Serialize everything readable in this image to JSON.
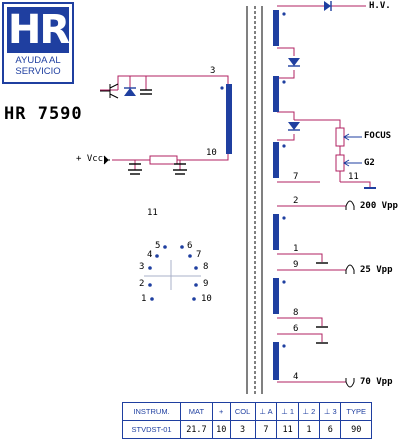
{
  "logo": {
    "letters": "HR",
    "line1": "AYUDA AL",
    "line2": "SERVICIO"
  },
  "model": "HR 7590",
  "primary": {
    "vcc_label": "+ Vcc",
    "pin_top": "3",
    "pin_bottom": "10"
  },
  "secondary": {
    "hv": "H.V.",
    "focus": "FOCUS",
    "g2": "G2",
    "pins": [
      "7",
      "11",
      "2",
      "1",
      "9",
      "8",
      "6",
      "4"
    ],
    "out1": "200 Vpp",
    "out2": "25 Vpp",
    "out3": "70 Vpp"
  },
  "pinout": {
    "center": "11",
    "left": [
      "5",
      "4",
      "3",
      "2",
      "1"
    ],
    "right": [
      "6",
      "7",
      "8",
      "9",
      "10"
    ]
  },
  "spec_table": {
    "headers": [
      "INSTRUM.",
      "MAT",
      "+",
      "COL",
      "⊥ A",
      "⊥ 1",
      "⊥ 2",
      "⊥ 3",
      "TYPE"
    ],
    "values": [
      "STVDST-01",
      "21.7",
      "10",
      "3",
      "7",
      "11",
      "1",
      "6",
      "90"
    ]
  },
  "colors": {
    "wire": "#b02060",
    "coil": "#1f3fa0",
    "ink": "#000000"
  }
}
